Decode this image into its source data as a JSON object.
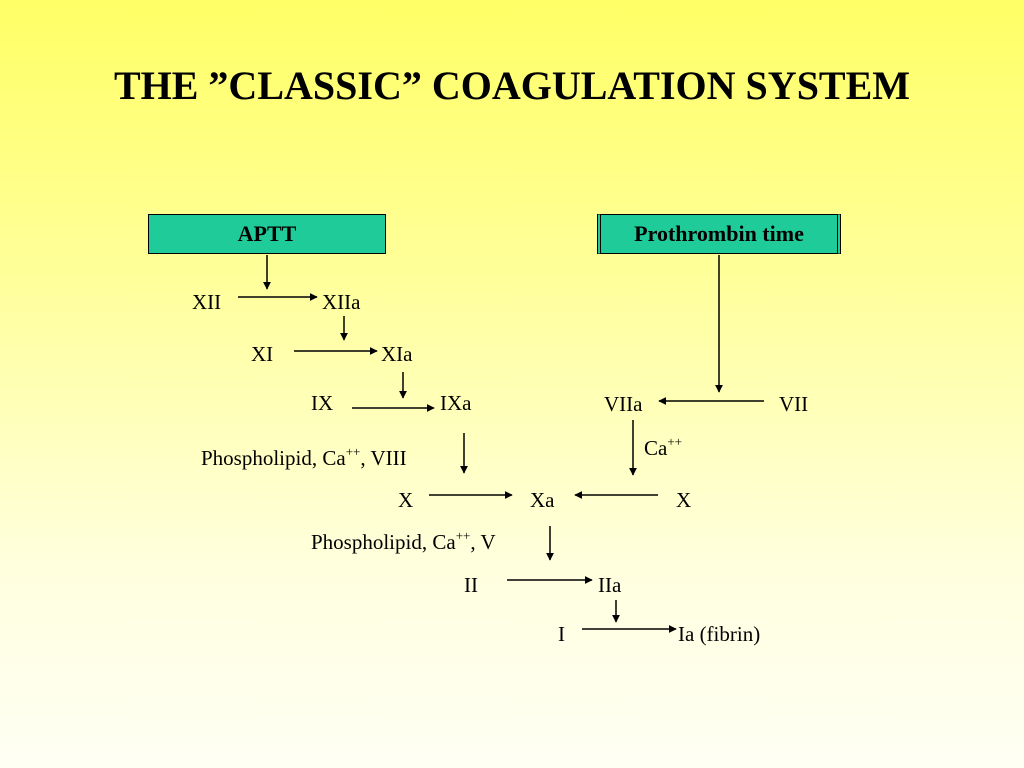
{
  "title": "THE ”CLASSIC” COAGULATION SYSTEM",
  "boxes": {
    "aptt": "APTT",
    "pt": "Prothrombin time"
  },
  "factors": {
    "xii": "XII",
    "xiia": "XIIa",
    "xi": "XI",
    "xia": "XIa",
    "ix": "IX",
    "ixa": "IXa",
    "viia": "VIIa",
    "vii": "VII",
    "x_left": "X",
    "xa": "Xa",
    "x_right": "X",
    "ii": "II",
    "iia": "IIa",
    "i": "I",
    "ia": "Ia (fibrin)"
  },
  "cofactors": {
    "viii": {
      "pre": "Phospholipid, Ca",
      "sup": "++",
      "post": ", VIII"
    },
    "v": {
      "pre": "Phospholipid, Ca",
      "sup": "++",
      "post": ", V"
    },
    "ca": {
      "pre": "Ca",
      "sup": "++"
    }
  }
}
